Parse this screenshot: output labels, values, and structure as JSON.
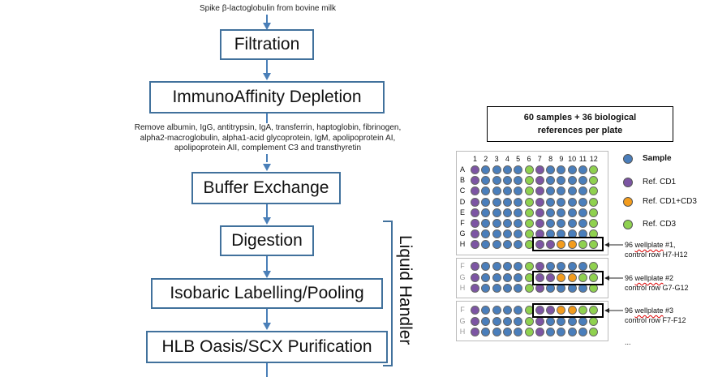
{
  "workflow": {
    "input_label": "Spike β-lactoglobulin from bovine milk",
    "steps": [
      "Filtration",
      "ImmunoAffinity Depletion",
      "Buffer Exchange",
      "Digestion",
      "Isobaric Labelling/Pooling",
      "HLB Oasis/SCX Purification"
    ],
    "depletion_note_lines": [
      "Remove albumin, IgG, antitrypsin, IgA, transferrin, haptoglobin, fibrinogen,",
      "alpha2-macroglobulin, alpha1-acid glycoprotein, IgM, apolipoprotein AI,",
      "apolipoprotein AII, complement C3 and transthyretin"
    ],
    "liquid_handler_label": "Liquid Handler"
  },
  "plate_layout": {
    "header_lines": [
      "60 samples + 36 biological",
      "references  per plate"
    ],
    "columns": [
      "1",
      "2",
      "3",
      "4",
      "5",
      "6",
      "7",
      "8",
      "9",
      "10",
      "11",
      "12"
    ],
    "rows": [
      "A",
      "B",
      "C",
      "D",
      "E",
      "F",
      "G",
      "H"
    ],
    "plate2_rows": [
      "F",
      "G",
      "H"
    ],
    "plate3_rows": [
      "F",
      "G",
      "H"
    ],
    "legend": [
      {
        "label": "Sample",
        "color": "#4a7ebb",
        "bold": true
      },
      {
        "label": "Ref. CD1",
        "color": "#7c55a3",
        "bold": false
      },
      {
        "label": "Ref. CD1+CD3",
        "color": "#f39c1d",
        "bold": false
      },
      {
        "label": "Ref. CD3",
        "color": "#8fd14f",
        "bold": false
      }
    ],
    "plate_notes": [
      {
        "title_prefix": "96 ",
        "title_underlined": "wellplate",
        "title_suffix": " #1,",
        "detail": "control row H7-H12"
      },
      {
        "title_prefix": "96 ",
        "title_underlined": "wellplate",
        "title_suffix": " #2",
        "detail": "control row G7-G12"
      },
      {
        "title_prefix": "96 ",
        "title_underlined": "wellplate",
        "title_suffix": " #3",
        "detail": "control row F7-F12"
      }
    ],
    "ellipsis": "...",
    "colors": {
      "sample": "#4a7ebb",
      "cd1": "#7c55a3",
      "cd1cd3": "#f39c1d",
      "cd3": "#8fd14f",
      "flow_arrow": "#4a7fb8",
      "box_border": "#41719c"
    }
  }
}
